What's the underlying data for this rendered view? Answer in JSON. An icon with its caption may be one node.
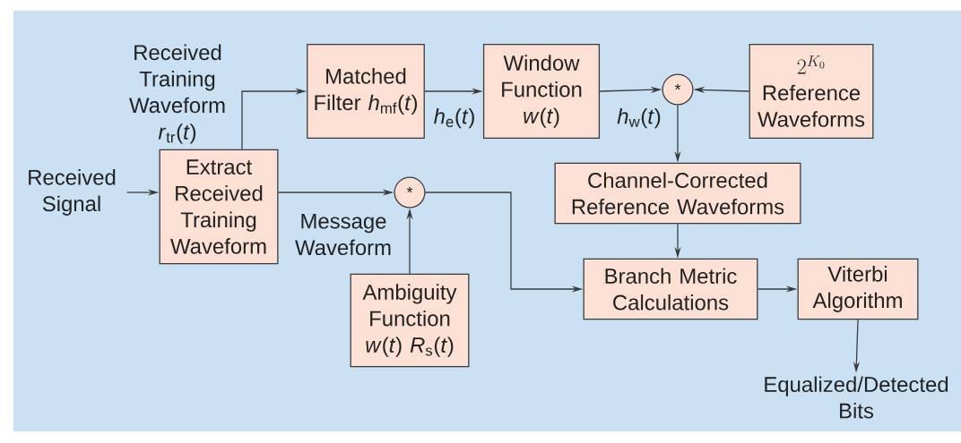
{
  "diagram": {
    "nodes": [
      {
        "text": [
          "Received Signal"
        ]
      },
      {
        "text": [
          "Extract Received Training Waveform"
        ]
      },
      {
        "text": [
          "Matched Filter *h*$_{mf}$(*t*)"
        ]
      },
      {
        "text": [
          "Window Function *w*(*t*)"
        ]
      },
      {
        "text": [
          "*"
        ]
      },
      {
        "text": [
          "2^{K_0}",
          "Reference Waveforms"
        ]
      },
      {
        "text": [
          "Channel-Corrected Reference Waveforms"
        ]
      },
      {
        "text": [
          "*"
        ]
      },
      {
        "text": [
          "Ambiguity Function *w*(*t*) *R*$_{s}$(*t*)"
        ]
      },
      {
        "text": [
          "Branch Metric Calculations"
        ]
      },
      {
        "text": [
          "Viterbi Algorithm"
        ]
      },
      {
        "text": [
          "Equalized/Detected Bits"
        ]
      }
    ],
    "edges": [
      {
        "from": 0,
        "to": 1,
        "arrow": "to"
      },
      {
        "from": 1,
        "to": 2,
        "arrow": "to",
        "label": "Received Training Waveform *r*$_{tr}$(*t*)"
      },
      {
        "from": 2,
        "to": 3,
        "arrow": "to",
        "label": "*h*$_{e}$(*t*)"
      },
      {
        "from": 3,
        "to": 4,
        "arrow": "to",
        "label": "*h*$_{w}$(*t*)"
      },
      {
        "from": 5,
        "to": 4,
        "arrow": "to"
      },
      {
        "from": 4,
        "to": 6,
        "arrow": "to"
      },
      {
        "from": 1,
        "to": 7,
        "arrow": "to",
        "label": "Message Waveform"
      },
      {
        "from": 8,
        "to": 7,
        "arrow": "to"
      },
      {
        "from": 7,
        "to": 9,
        "arrow": "to"
      },
      {
        "from": 6,
        "to": 9,
        "arrow": "to"
      },
      {
        "from": 9,
        "to": 10,
        "arrow": "to"
      },
      {
        "from": 10,
        "to": 11,
        "arrow": "to"
      }
    ]
  }
}
